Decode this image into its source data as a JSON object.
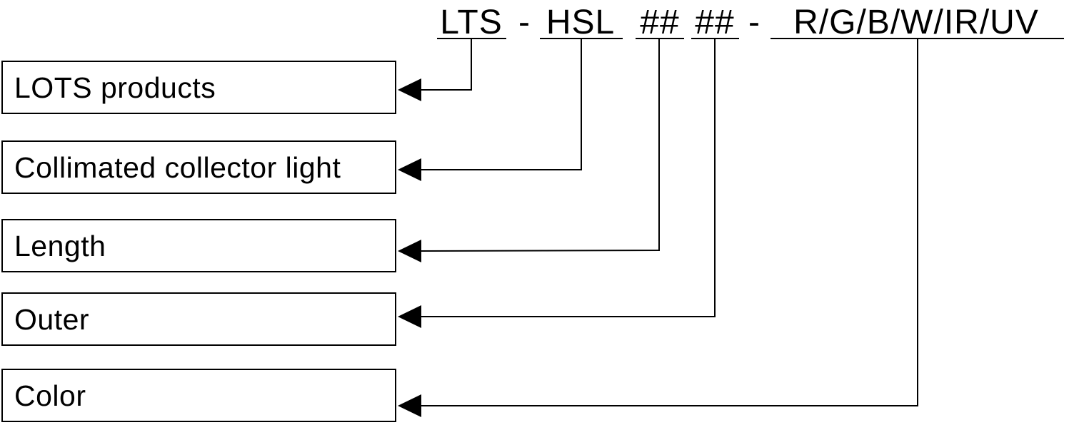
{
  "code": {
    "segments": [
      {
        "id": "lts",
        "text": "LTS"
      },
      {
        "id": "hsl",
        "text": "HSL"
      },
      {
        "id": "length",
        "text": "##"
      },
      {
        "id": "outer",
        "text": "##"
      },
      {
        "id": "color",
        "text": "R/G/B/W/IR/UV"
      }
    ],
    "separators": [
      "-",
      "-"
    ]
  },
  "labels": [
    {
      "id": "lts",
      "text": "LOTS products"
    },
    {
      "id": "hsl",
      "text": "Collimated collector light"
    },
    {
      "id": "length",
      "text": "Length"
    },
    {
      "id": "outer",
      "text": "Outer"
    },
    {
      "id": "color",
      "text": "Color"
    }
  ]
}
